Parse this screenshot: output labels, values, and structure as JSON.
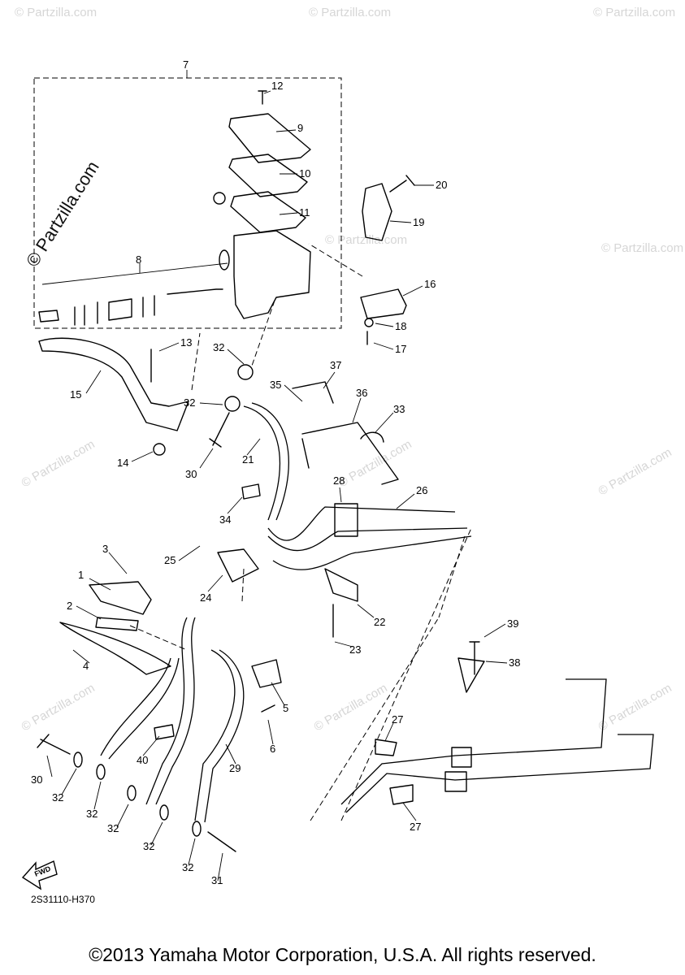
{
  "watermark": "© Partzilla.com",
  "diagram_code": "2S31110-H370",
  "fwd_label": "FWD",
  "copyright": "©2013 Yamaha Motor Corporation, U.S.A. All rights reserved.",
  "callouts": [
    "7",
    "12",
    "9",
    "10",
    "20",
    "11",
    "19",
    "8",
    "16",
    "18",
    "17",
    "13",
    "32",
    "15",
    "37",
    "35",
    "36",
    "33",
    "32",
    "30",
    "21",
    "14",
    "28",
    "26",
    "34",
    "3",
    "25",
    "1",
    "24",
    "2",
    "22",
    "23",
    "39",
    "38",
    "4",
    "5",
    "6",
    "27",
    "40",
    "30",
    "29",
    "32",
    "32",
    "27",
    "32",
    "32",
    "32",
    "31"
  ]
}
